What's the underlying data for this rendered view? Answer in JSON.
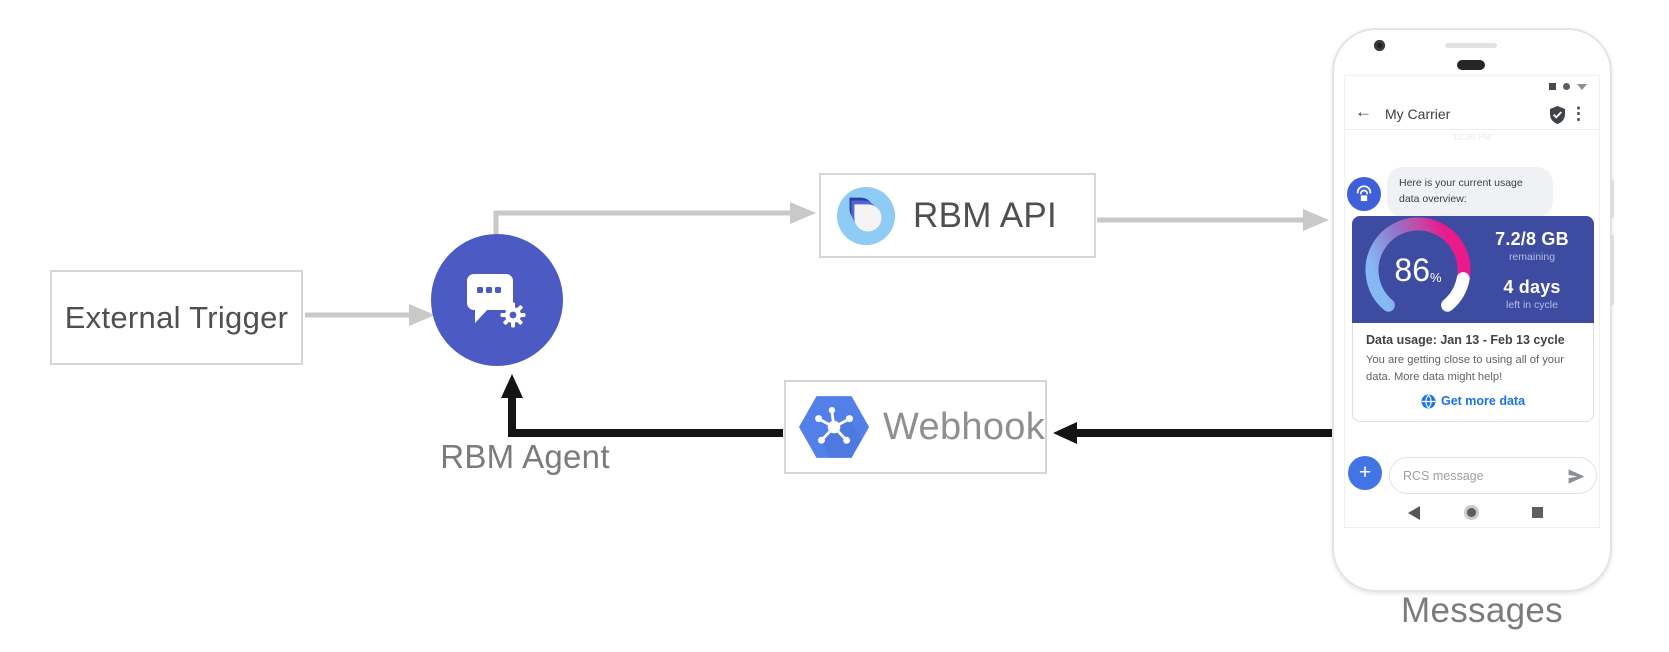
{
  "nodes": {
    "external_trigger": "External Trigger",
    "rbm_agent": "RBM Agent",
    "rbm_api": "RBM API",
    "webhook": "Webhook",
    "phone_caption": "Messages"
  },
  "phone": {
    "status_icons": [
      "square",
      "dot",
      "triangle"
    ],
    "header": {
      "back_icon": "←",
      "title": "My Carrier",
      "menu_icon": "⋮"
    },
    "timestamp": "12:30 PM",
    "agent_message": "Here is your current usage data overview:",
    "usage_card": {
      "percent": "86",
      "percent_unit": "%",
      "remaining_value": "7.2/8 GB",
      "remaining_label": "remaining",
      "cycle_value": "4 days",
      "cycle_label": "left in cycle",
      "title": "Data usage: Jan 13 - Feb 13 cycle",
      "body": "You are getting close to using all of your data. More data might help!",
      "action_label": "Get more data"
    },
    "compose": {
      "plus_label": "+",
      "placeholder": "RCS message"
    }
  },
  "colors": {
    "arrow_gray": "#c9c9c9",
    "arrow_black": "#141414",
    "agent_circle": "#4c5bc4",
    "card_indigo": "#3d4ba1",
    "gauge_gradient_start": "#86b9f4",
    "gauge_gradient_end": "#e81a8c",
    "action_blue": "#1a73e8",
    "avatar_blue": "#3d5fd9",
    "webhook_hexagon": "#5380e8",
    "api_logo_blue": "#8ecbf5"
  }
}
